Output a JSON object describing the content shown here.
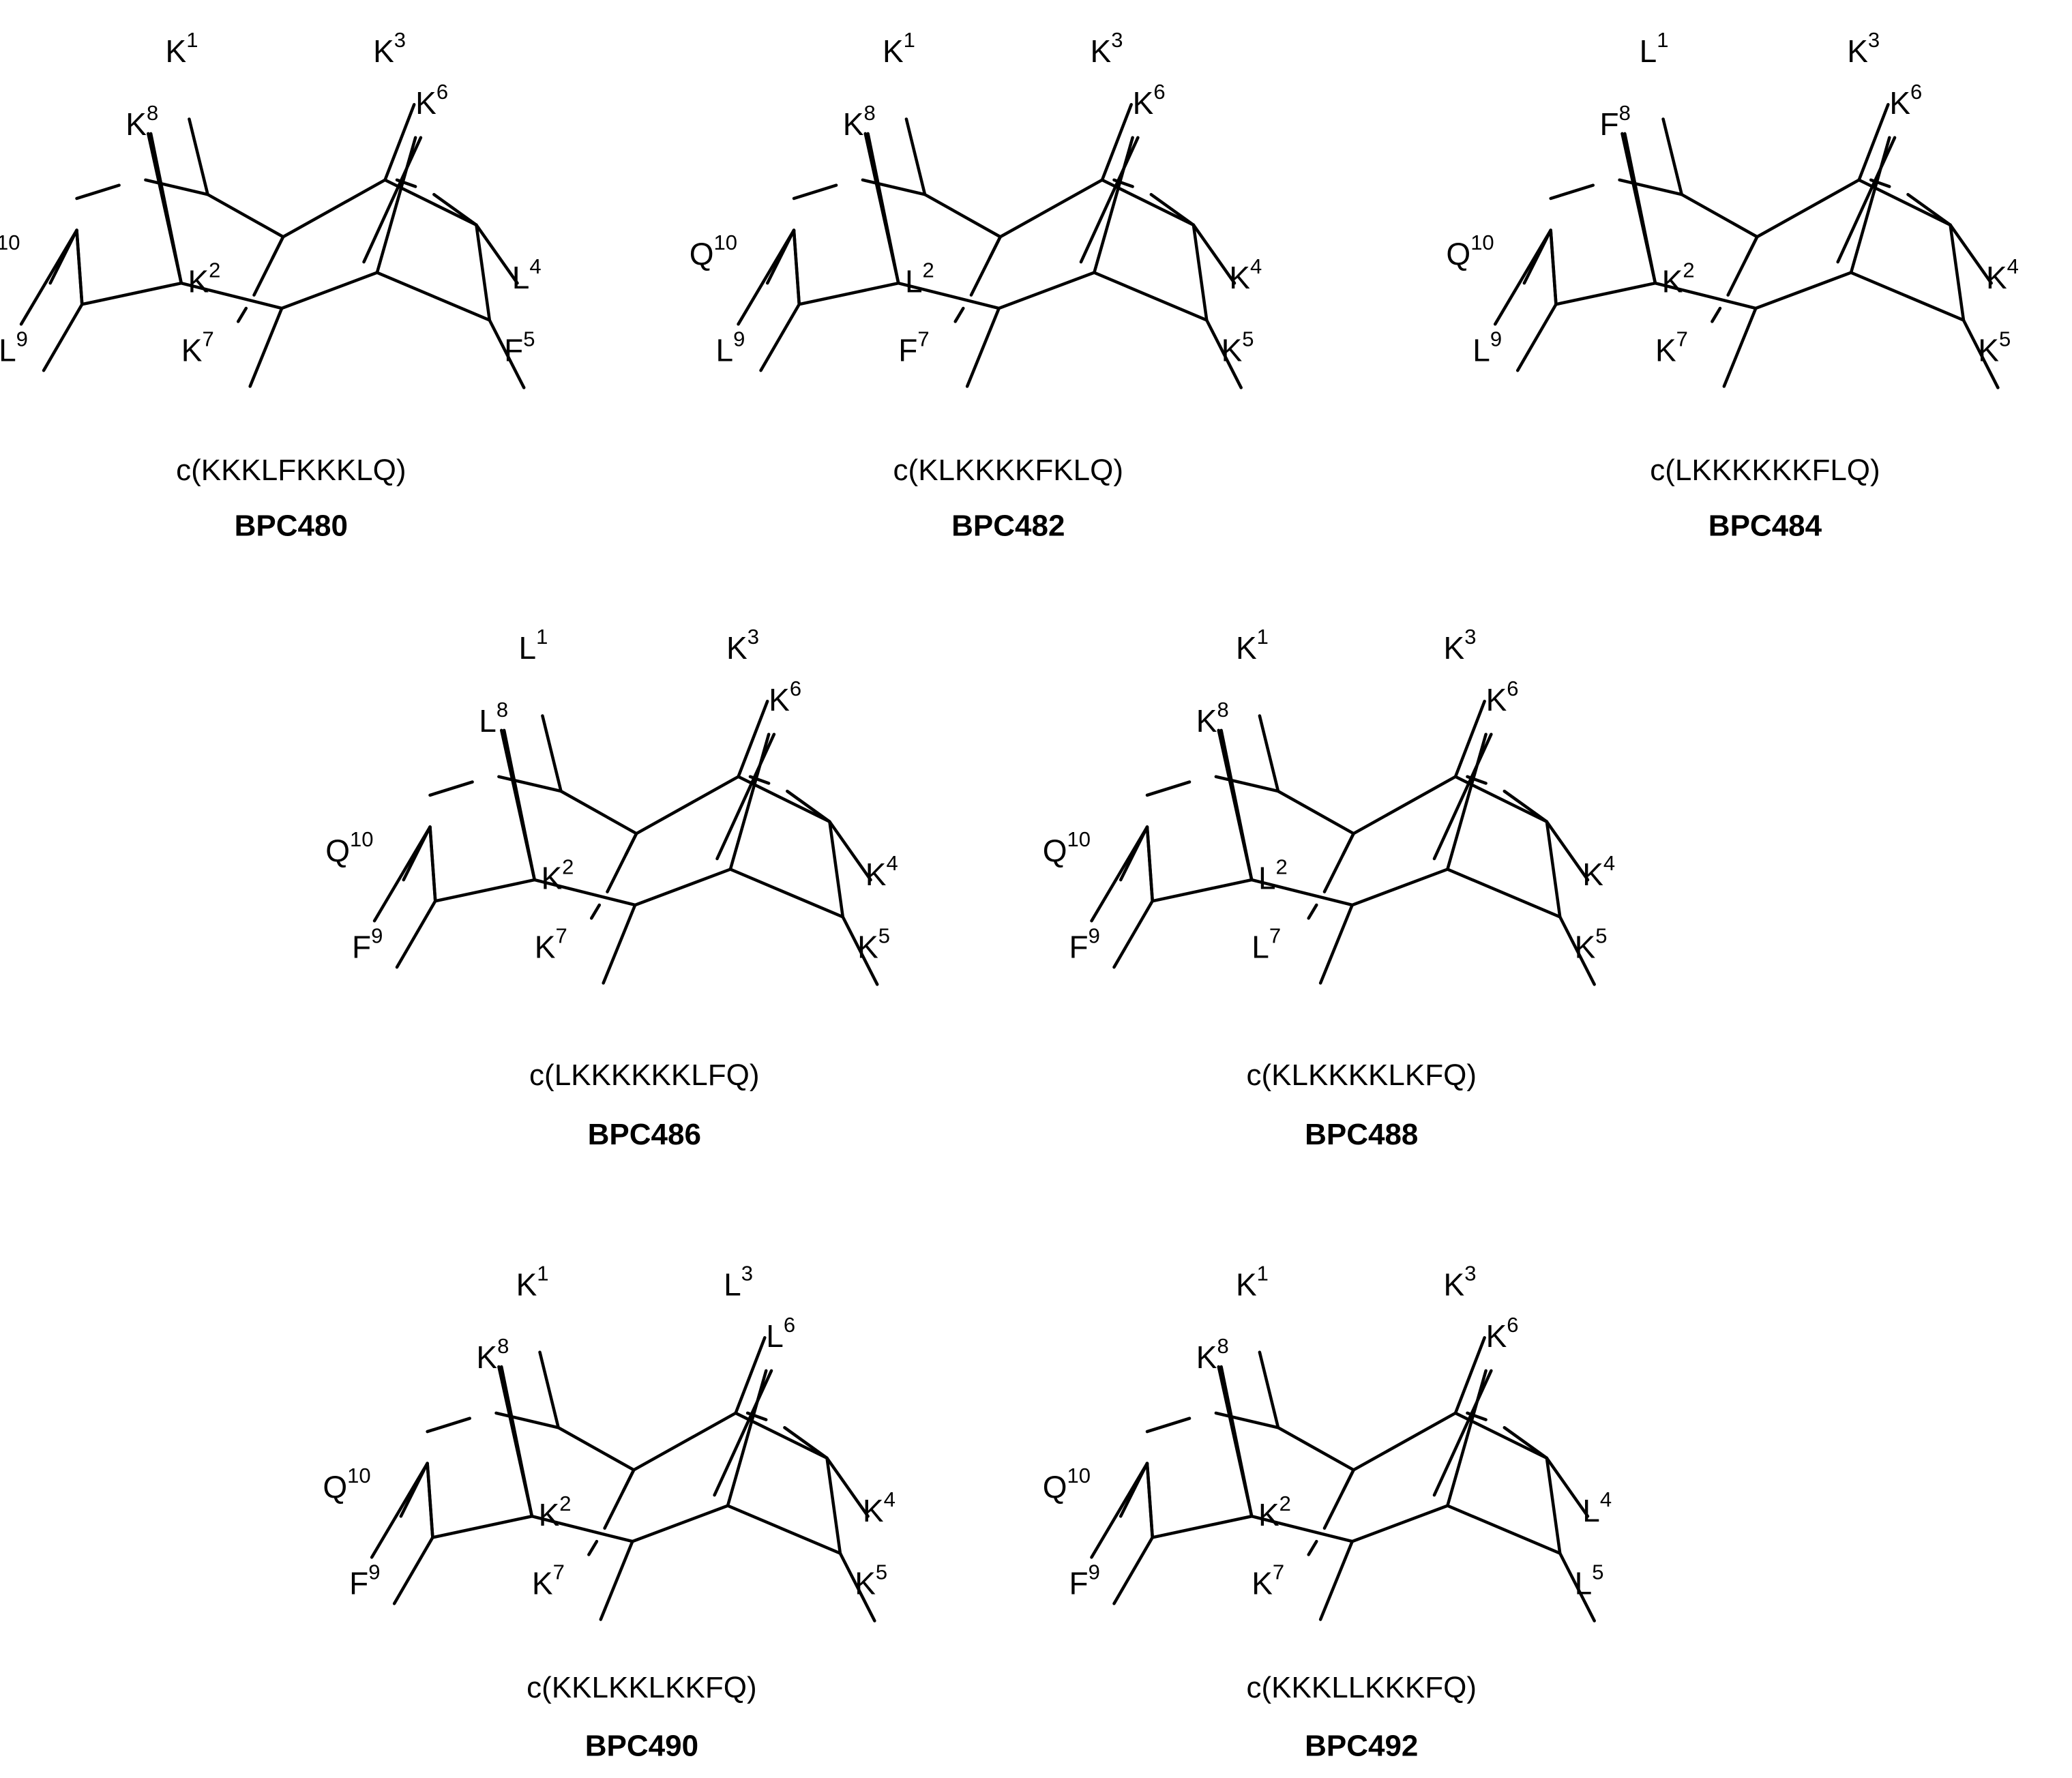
{
  "colors": {
    "background": "#ffffff",
    "ink": "#000000"
  },
  "compounds": [
    {
      "sequence": "c(KKKLFKKKLQ)",
      "code": "BPC480",
      "residues": [
        "K",
        "K",
        "K",
        "L",
        "F",
        "K",
        "K",
        "K",
        "L",
        "Q"
      ],
      "positions": [
        "1",
        "2",
        "3",
        "4",
        "5",
        "6",
        "7",
        "8",
        "9",
        "10"
      ]
    },
    {
      "sequence": "c(KLKKKKFKLQ)",
      "code": "BPC482",
      "residues": [
        "K",
        "L",
        "K",
        "K",
        "K",
        "K",
        "F",
        "K",
        "L",
        "Q"
      ],
      "positions": [
        "1",
        "2",
        "3",
        "4",
        "5",
        "6",
        "7",
        "8",
        "9",
        "10"
      ]
    },
    {
      "sequence": "c(LKKKKKKFLQ)",
      "code": "BPC484",
      "residues": [
        "L",
        "K",
        "K",
        "K",
        "K",
        "K",
        "K",
        "F",
        "L",
        "Q"
      ],
      "positions": [
        "1",
        "2",
        "3",
        "4",
        "5",
        "6",
        "7",
        "8",
        "9",
        "10"
      ]
    },
    {
      "sequence": "c(LKKKKKKLFQ)",
      "code": "BPC486",
      "residues": [
        "L",
        "K",
        "K",
        "K",
        "K",
        "K",
        "K",
        "L",
        "F",
        "Q"
      ],
      "positions": [
        "1",
        "2",
        "3",
        "4",
        "5",
        "6",
        "7",
        "8",
        "9",
        "10"
      ]
    },
    {
      "sequence": "c(KLKKKKLKFQ)",
      "code": "BPC488",
      "residues": [
        "K",
        "L",
        "K",
        "K",
        "K",
        "K",
        "L",
        "K",
        "F",
        "Q"
      ],
      "positions": [
        "1",
        "2",
        "3",
        "4",
        "5",
        "6",
        "7",
        "8",
        "9",
        "10"
      ]
    },
    {
      "sequence": "c(KKLKKLKKFQ)",
      "code": "BPC490",
      "residues": [
        "K",
        "K",
        "L",
        "K",
        "K",
        "L",
        "K",
        "K",
        "F",
        "Q"
      ],
      "positions": [
        "1",
        "2",
        "3",
        "4",
        "5",
        "6",
        "7",
        "8",
        "9",
        "10"
      ]
    },
    {
      "sequence": "c(KKKLLKKKFQ)",
      "code": "BPC492",
      "residues": [
        "K",
        "K",
        "K",
        "L",
        "L",
        "K",
        "K",
        "K",
        "F",
        "Q"
      ],
      "positions": [
        "1",
        "2",
        "3",
        "4",
        "5",
        "6",
        "7",
        "8",
        "9",
        "10"
      ]
    }
  ]
}
